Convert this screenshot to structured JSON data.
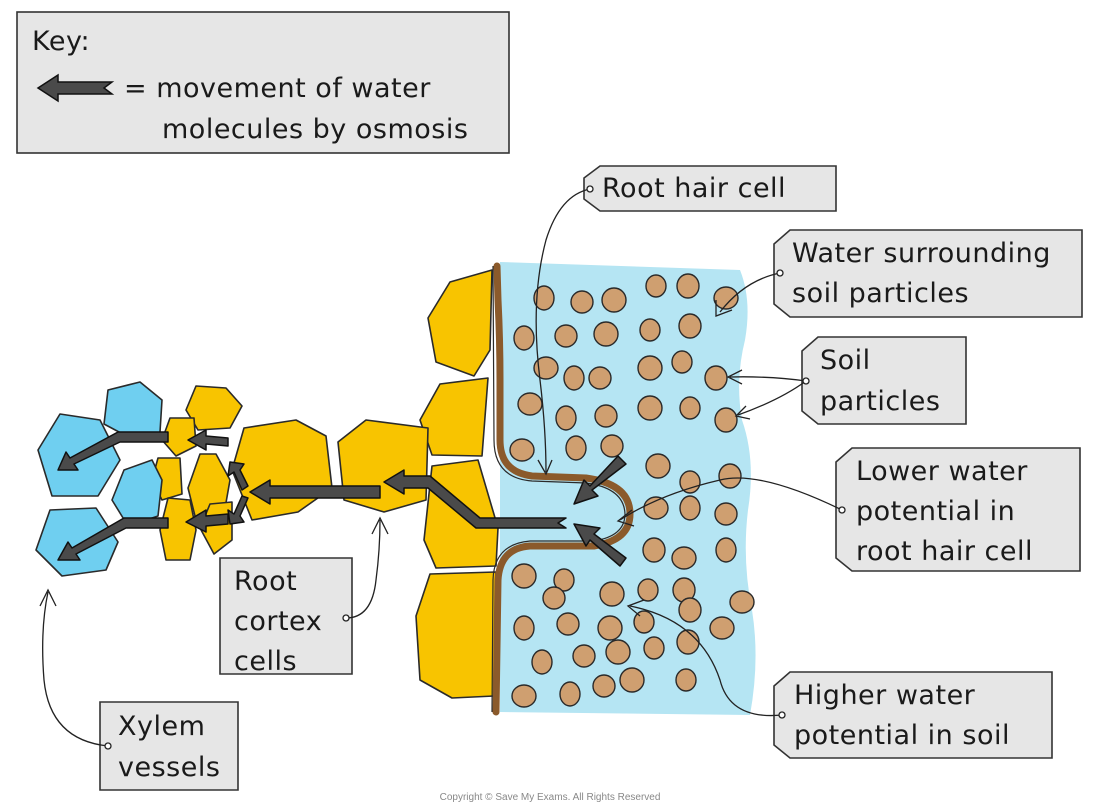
{
  "key": {
    "title": "Key:",
    "line1": "= movement of water",
    "line2": "molecules by osmosis"
  },
  "labels": {
    "root_hair_cell": "Root hair cell",
    "water_line1": "Water surrounding",
    "water_line2": "soil particles",
    "soil_line1": "Soil",
    "soil_line2": "particles",
    "lower_line1": "Lower water",
    "lower_line2": "potential in",
    "lower_line3": "root hair cell",
    "cortex_line1": "Root",
    "cortex_line2": "cortex",
    "cortex_line3": "cells",
    "xylem_line1": "Xylem",
    "xylem_line2": "vessels",
    "higher_line1": "Higher water",
    "higher_line2": "potential in soil"
  },
  "copyright": "Copyright © Save My Exams. All Rights Reserved",
  "colors": {
    "water": "#b5e5f3",
    "soil_particle": "#cf9f70",
    "cell_wall": "#8b5a2b",
    "cortex_cell": "#f8c400",
    "xylem_cell": "#6fcff0",
    "arrow": "#4a4a4a",
    "label_box": "#e6e6e6"
  }
}
